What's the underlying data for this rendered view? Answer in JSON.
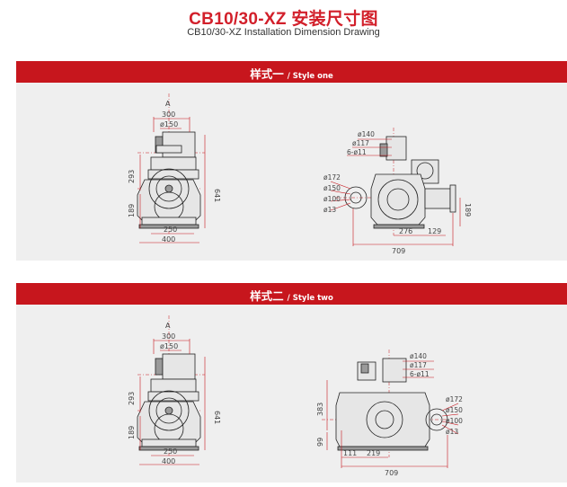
{
  "header": {
    "title": "CB10/30-XZ 安装尺寸图",
    "subtitle": "CB10/30-XZ Installation Dimension Drawing"
  },
  "sections": [
    {
      "band_cn": "样式一",
      "band_en": "/ Style one",
      "front": {
        "a": "A",
        "w300": "300",
        "d150": "ø150",
        "h293": "293",
        "h641": "641",
        "h189": "189",
        "w250": "250",
        "w400": "400"
      },
      "side": {
        "d140": "ø140",
        "d117": "ø117",
        "holes": "6-ø11",
        "d172": "ø172",
        "d150": "ø150",
        "d100": "ø100",
        "d13": "ø13",
        "w276": "276",
        "w129": "129",
        "w709": "709",
        "h189": "189"
      }
    },
    {
      "band_cn": "样式二",
      "band_en": "/ Style two",
      "front": {
        "a": "A",
        "w300": "300",
        "d150": "ø150",
        "h293": "293",
        "h641": "641",
        "h189": "189",
        "w250": "250",
        "w400": "400"
      },
      "side": {
        "d140": "ø140",
        "d117": "ø117",
        "holes": "6-ø11",
        "d172": "ø172",
        "d150": "ø150",
        "d100": "ø100",
        "d13": "ø13",
        "h383": "383",
        "h99": "99",
        "w111": "111",
        "w219": "219",
        "w709": "709"
      }
    }
  ]
}
